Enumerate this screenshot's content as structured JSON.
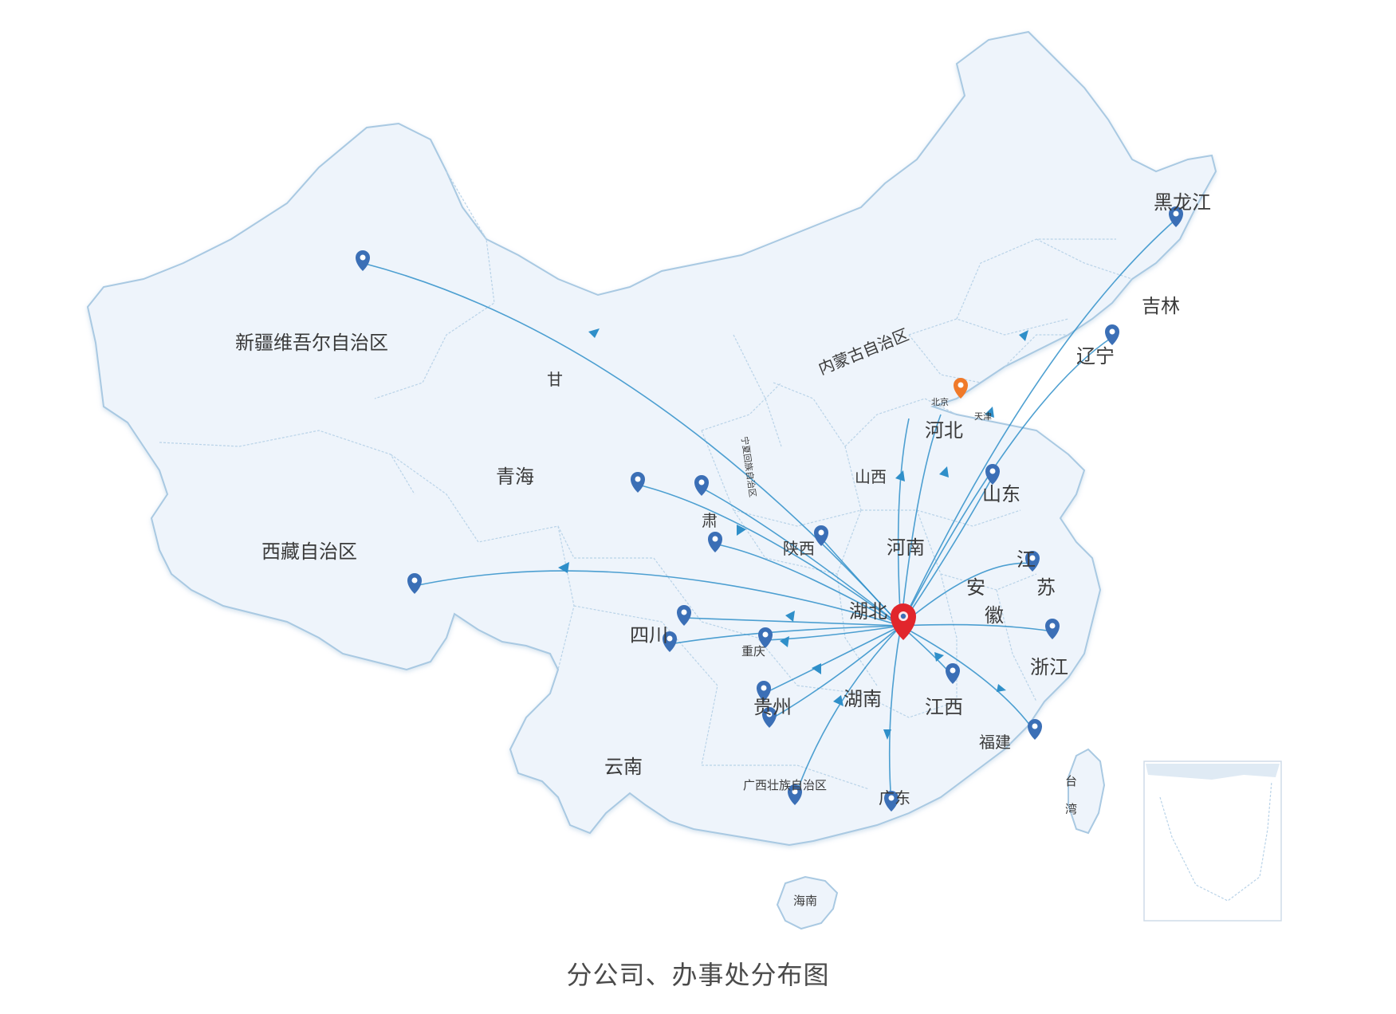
{
  "caption": "分公司、办事处分布图",
  "colors": {
    "land": "#eef4fb",
    "border": "#a9c9e2",
    "route": "#2f8fc9",
    "marker": "#3b6fb6",
    "hub": "#e1262c",
    "capital": "#f07a2a"
  },
  "hub": {
    "name": "hub-marker",
    "icon": "map-pin-icon",
    "label": "湖北"
  },
  "capital": {
    "label": "北京",
    "icon": "map-pin-icon"
  },
  "tianjin": {
    "label": "天津"
  },
  "provinces": [
    {
      "id": "xinjiang",
      "label": "新疆维吾尔自治区",
      "size": "lg"
    },
    {
      "id": "xizang",
      "label": "西藏自治区",
      "size": "lg"
    },
    {
      "id": "qinghai",
      "label": "青海",
      "size": "lg"
    },
    {
      "id": "gan",
      "label": "甘",
      "size": "md"
    },
    {
      "id": "su",
      "label": "肃",
      "size": "md"
    },
    {
      "id": "neimenggu",
      "label": "内蒙古自治区",
      "size": "md"
    },
    {
      "id": "heilongjiang",
      "label": "黑龙江",
      "size": "lg"
    },
    {
      "id": "jilin",
      "label": "吉林",
      "size": "lg"
    },
    {
      "id": "liaoning",
      "label": "辽宁",
      "size": "lg"
    },
    {
      "id": "hebei",
      "label": "河北",
      "size": "lg"
    },
    {
      "id": "shanxi",
      "label": "山西",
      "size": "md"
    },
    {
      "id": "shandong",
      "label": "山东",
      "size": "lg"
    },
    {
      "id": "ningxia",
      "label": "宁夏回族自治区",
      "size": "xs"
    },
    {
      "id": "shaanxi",
      "label": "陕西",
      "size": "md"
    },
    {
      "id": "henan",
      "label": "河南",
      "size": "lg"
    },
    {
      "id": "jiang",
      "label": "江",
      "size": "lg"
    },
    {
      "id": "su2",
      "label": "苏",
      "size": "lg"
    },
    {
      "id": "an",
      "label": "安",
      "size": "lg"
    },
    {
      "id": "hui",
      "label": "徽",
      "size": "lg"
    },
    {
      "id": "sichuan",
      "label": "四川",
      "size": "lg"
    },
    {
      "id": "chongqing",
      "label": "重庆",
      "size": "sm"
    },
    {
      "id": "zhejiang",
      "label": "浙江",
      "size": "lg"
    },
    {
      "id": "guizhou",
      "label": "贵州",
      "size": "lg"
    },
    {
      "id": "hunan",
      "label": "湖南",
      "size": "lg"
    },
    {
      "id": "jiangxi",
      "label": "江西",
      "size": "lg"
    },
    {
      "id": "fujian",
      "label": "福建",
      "size": "md"
    },
    {
      "id": "yunnan",
      "label": "云南",
      "size": "lg"
    },
    {
      "id": "guangxi",
      "label": "广西壮族自治区",
      "size": "sm"
    },
    {
      "id": "guangdong",
      "label": "广东",
      "size": "md"
    },
    {
      "id": "tai",
      "label": "台",
      "size": "sm"
    },
    {
      "id": "wan",
      "label": "湾",
      "size": "sm"
    },
    {
      "id": "hainan",
      "label": "海南",
      "size": "sm"
    }
  ],
  "offices": [
    "xinjiang-office",
    "xizang-office",
    "qinghai-office",
    "gansu-office",
    "gansu-office-2",
    "shaanxi-office",
    "heilongjiang-office",
    "liaoning-office",
    "shandong-office",
    "jiangsu-office",
    "zhejiang-office",
    "fujian-office",
    "jiangxi-office",
    "sichuan-office",
    "sichuan-office-2",
    "chongqing-office",
    "guizhou-office",
    "guizhou-office-2",
    "guangxi-office",
    "guangdong-office"
  ]
}
